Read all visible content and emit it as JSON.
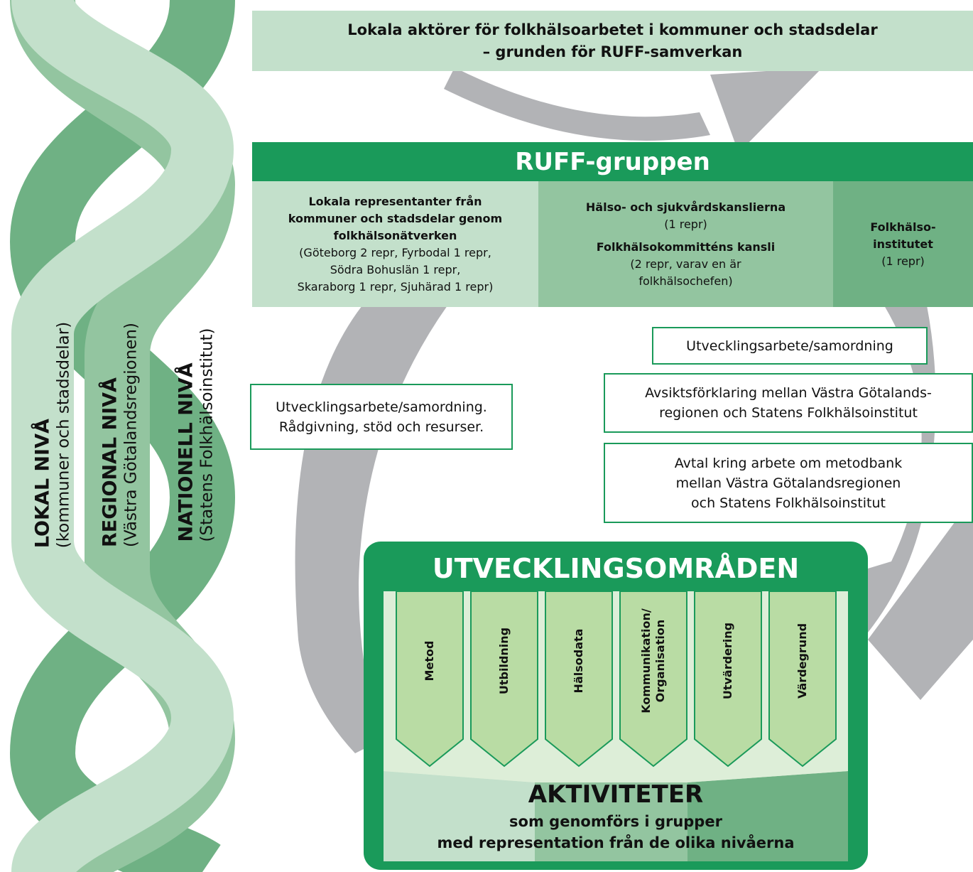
{
  "top_banner": {
    "line1": "Lokala aktörer för folkhälsoarbetet i kommuner och stadsdelar",
    "line2": "– grunden för RUFF-samverkan"
  },
  "ruff": {
    "title": "RUFF-gruppen",
    "local": {
      "bold1": "Lokala representanter från",
      "bold2": "kommuner och stadsdelar genom",
      "bold3": "folkhälsonätverken",
      "detail1": "(Göteborg 2 repr, Fyrbodal 1 repr,",
      "detail2": "Södra Bohuslän 1 repr,",
      "detail3": "Skaraborg 1 repr, Sjuhärad 1 repr)"
    },
    "regional": {
      "bold1": "Hälso- och sjukvårdskanslierna",
      "detail1": "(1 repr)",
      "bold2": "Folkhälsokommitténs kansli",
      "detail2a": "(2 repr, varav en är",
      "detail2b": "folkhälsochefen)"
    },
    "national": {
      "bold1": "Folkhälso-",
      "bold2": "institutet",
      "detail1": "(1 repr)"
    }
  },
  "side_box": {
    "line1": "Utvecklingsarbete/samordning.",
    "line2": "Rådgivning, stöd och resurser."
  },
  "right_boxes": [
    {
      "line1": "Utvecklingsarbete/samordning"
    },
    {
      "line1": "Avsiktsförklaring mellan Västra Götalands-",
      "line2": "regionen och Statens Folkhälsoinstitut"
    },
    {
      "line1": "Avtal kring arbete om metodbank",
      "line2": "mellan Västra Götalandsregionen",
      "line3": "och Statens Folkhälsoinstitut"
    }
  ],
  "levels": [
    {
      "title": "LOKAL NIVÅ",
      "subtitle": "(kommuner och stadsdelar)"
    },
    {
      "title": "REGIONAL NIVÅ",
      "subtitle": "(Västra Götalandsregionen)"
    },
    {
      "title": "NATIONELL NIVÅ",
      "subtitle": "(Statens Folkhälsoinstitut)"
    }
  ],
  "development": {
    "title": "UTVECKLINGSOMRÅDEN",
    "areas": [
      {
        "line1": "Metod"
      },
      {
        "line1": "Utbildning"
      },
      {
        "line1": "Hälsodata"
      },
      {
        "line1": "Kommunikation/",
        "line2": "Organisation"
      },
      {
        "line1": "Utvärdering"
      },
      {
        "line1": "Värdegrund"
      }
    ]
  },
  "activities": {
    "title": "AKTIVITETER",
    "line1": "som genomförs i grupper",
    "line2": "med representation från de olika nivåerna"
  },
  "colors": {
    "dark_green": "#1a9a5a",
    "mid_green": "#6fb184",
    "light_green": "#93c5a0",
    "pale_green": "#c3e0cb",
    "arrow_gray": "#b2b3b6"
  }
}
